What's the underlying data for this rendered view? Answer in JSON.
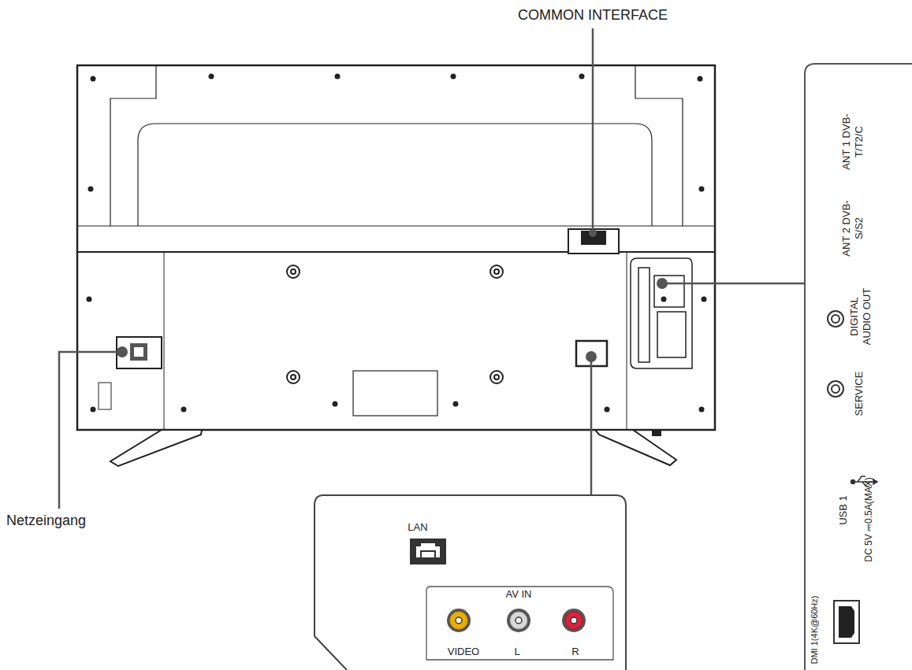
{
  "diagram": {
    "nodes": [
      {
        "text": [
          "LAN",
          "AV IN",
          "VIDEO",
          "L",
          "R"
        ]
      },
      {
        "text": [
          "ANT 1 DVB-T/T2/C",
          "ANT 2 DVB-S/S2",
          "DIGITAL AUDIO OUT",
          "SERVICE",
          "USB 1",
          "DC 5V ⎓0.5A(MAX)",
          "DMI 1(4K@60Hz)"
        ]
      }
    ],
    "labels": [
      "COMMON INTERFACE",
      "Netzeingang"
    ]
  }
}
